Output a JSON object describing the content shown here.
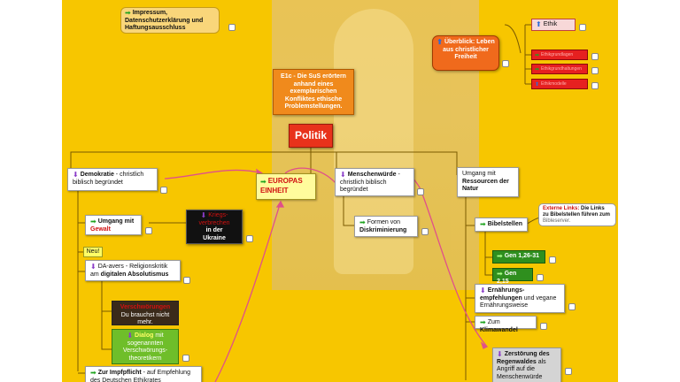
{
  "impressum": "Impressum, Datenschutzerklärung und Haftungsausschluss",
  "goal": "E1c - Die SuS erörtern anhand eines exemplarischen Konfliktes ethische Problemstellungen.",
  "center": "Politik",
  "europe": "EUROPAS EINHEIT",
  "democracy": {
    "title": "Demokratie",
    "rest": " - christlich biblisch begründet"
  },
  "dignity": {
    "title": "Menschenwürde",
    "rest": " - christlich biblisch begründet"
  },
  "nature": {
    "line1": "Umgang mit",
    "line2": "Ressourcen der Natur"
  },
  "violence": {
    "prefix": "Umgang mit ",
    "accent": "Gewalt"
  },
  "ukraine": {
    "line1": "Kriegs-",
    "line2": "verbrechen",
    "line3": "in der",
    "line4": "Ukraine"
  },
  "new_tag": "Neu!",
  "da": {
    "pre": "DA-avers - Religionskritik am ",
    "bold": "digitalen Absolutismus"
  },
  "black_box": {
    "red": "Verschwörungen",
    "rest": "Du brauchst nicht mehr."
  },
  "green_box": {
    "bold": "Dialog",
    "rest": " mit sogenannten Verschwörungs-theoretikern"
  },
  "vaccine": {
    "bold": "Zur Impfpflicht",
    "rest": " - auf Empfehlung des Deutschen Ethikrates"
  },
  "discrimination": {
    "pre": "Formen von ",
    "bold": "Diskriminierung"
  },
  "bibelstellen": "Bibelstellen",
  "ext_links": {
    "label": "Externe Links:",
    "rest": " Die Links zu Bibelstellen führen zum ",
    "link": "Bibleserver."
  },
  "gen1": "Gen 1,26-31",
  "gen2": "Gen 2,15",
  "nutrition": {
    "bold": "Ernährungs-empfehlungen",
    "rest": " und vegane Ernährungsweise"
  },
  "climate": {
    "pre": "Zum ",
    "bold": "Klimawandel"
  },
  "rainforest": {
    "bold": "Zerstörung des Regenwaldes",
    "rest": " als Angriff auf die Menschenwürde"
  },
  "overview": "Überblick: Leben aus christlicher Freiheit",
  "ethik": "Ethik",
  "red_items": [
    "Ethikgrundlagen",
    "Ethikgrundhaltungen",
    "Ethikmodelle"
  ],
  "colors": {
    "background": "#f7c600",
    "orange": "#f08a1c",
    "red_node": "#e8321b",
    "connector": "#e0508a"
  }
}
